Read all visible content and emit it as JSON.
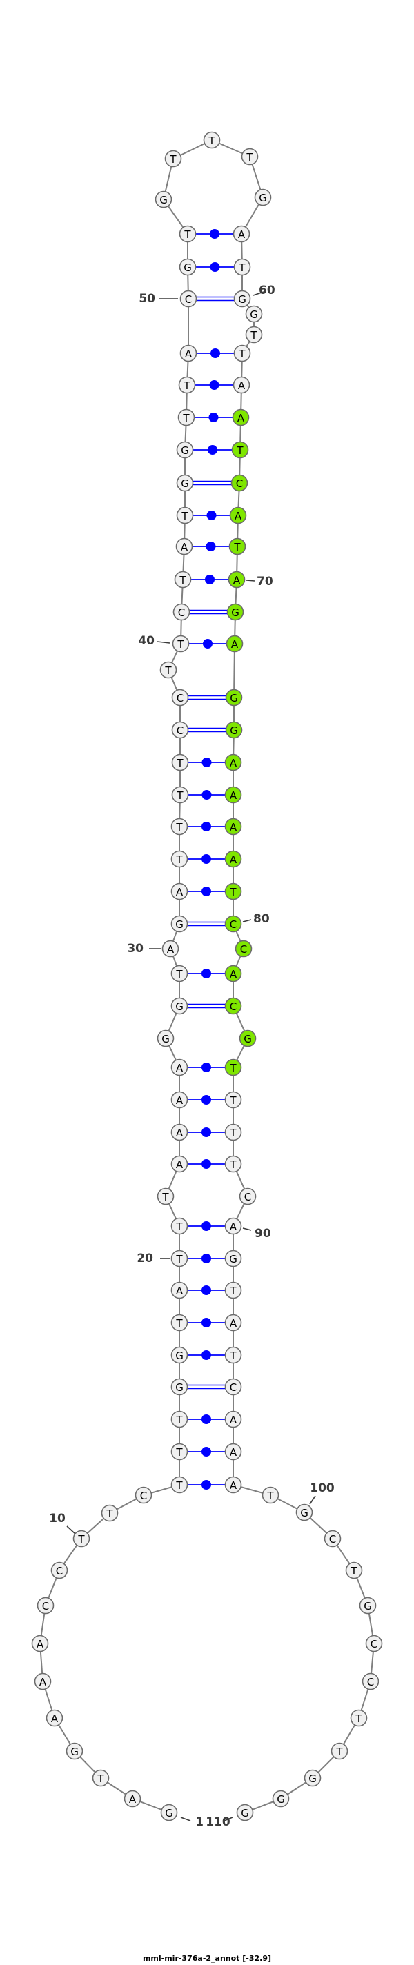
{
  "title": "mml-mir-376a-2_annot [-32.9]",
  "colors": {
    "node_fill": "#f0f0f0",
    "highlight_fill": "#7fe600",
    "backbone": "#808080",
    "pair": "#0000ff"
  },
  "nucleotides": [
    "G",
    "A",
    "T",
    "G",
    "A",
    "A",
    "A",
    "C",
    "C",
    "T",
    "T",
    "C",
    "T",
    "T",
    "T",
    "G",
    "G",
    "T",
    "A",
    "T",
    "T",
    "T",
    "A",
    "A",
    "A",
    "A",
    "G",
    "G",
    "T",
    "A",
    "G",
    "A",
    "T",
    "T",
    "T",
    "T",
    "C",
    "C",
    "T",
    "T",
    "C",
    "T",
    "A",
    "T",
    "G",
    "G",
    "T",
    "T",
    "A",
    "C",
    "G",
    "T",
    "G",
    "T",
    "T",
    "T",
    "G",
    "A",
    "T",
    "G",
    "G",
    "T",
    "T",
    "A",
    "A",
    "T",
    "C",
    "A",
    "T",
    "A",
    "G",
    "A",
    "G",
    "G",
    "A",
    "A",
    "A",
    "A",
    "T",
    "C",
    "C",
    "A",
    "C",
    "G",
    "T",
    "T",
    "T",
    "T",
    "C",
    "A",
    "G",
    "T",
    "A",
    "T",
    "C",
    "A",
    "A",
    "A",
    "T",
    "G",
    "C",
    "T",
    "G",
    "C",
    "C",
    "T",
    "T",
    "G",
    "G",
    "G"
  ],
  "highlight_range": [
    65,
    85
  ],
  "pairs": [
    [
      13,
      98
    ],
    [
      14,
      97
    ],
    [
      15,
      96
    ],
    [
      16,
      95
    ],
    [
      17,
      94
    ],
    [
      18,
      93
    ],
    [
      19,
      92
    ],
    [
      20,
      91
    ],
    [
      21,
      90
    ],
    [
      23,
      88
    ],
    [
      24,
      87
    ],
    [
      25,
      86
    ],
    [
      26,
      85
    ],
    [
      28,
      83
    ],
    [
      29,
      82
    ],
    [
      31,
      80
    ],
    [
      32,
      79
    ],
    [
      33,
      78
    ],
    [
      34,
      77
    ],
    [
      35,
      76
    ],
    [
      36,
      75
    ],
    [
      37,
      74
    ],
    [
      38,
      73
    ],
    [
      40,
      72
    ],
    [
      41,
      71
    ],
    [
      42,
      70
    ],
    [
      43,
      69
    ],
    [
      44,
      68
    ],
    [
      45,
      67
    ],
    [
      46,
      66
    ],
    [
      47,
      65
    ],
    [
      48,
      64
    ],
    [
      49,
      63
    ],
    [
      50,
      60
    ],
    [
      51,
      59
    ],
    [
      52,
      58
    ]
  ],
  "position_labels": [
    {
      "pos": 1,
      "text": "1"
    },
    {
      "pos": 10,
      "text": "10"
    },
    {
      "pos": 20,
      "text": "20"
    },
    {
      "pos": 30,
      "text": "30"
    },
    {
      "pos": 40,
      "text": "40"
    },
    {
      "pos": 50,
      "text": "50"
    },
    {
      "pos": 60,
      "text": "60"
    },
    {
      "pos": 70,
      "text": "70"
    },
    {
      "pos": 80,
      "text": "80"
    },
    {
      "pos": 90,
      "text": "90"
    },
    {
      "pos": 100,
      "text": "100"
    },
    {
      "pos": 110,
      "text": "110"
    }
  ]
}
